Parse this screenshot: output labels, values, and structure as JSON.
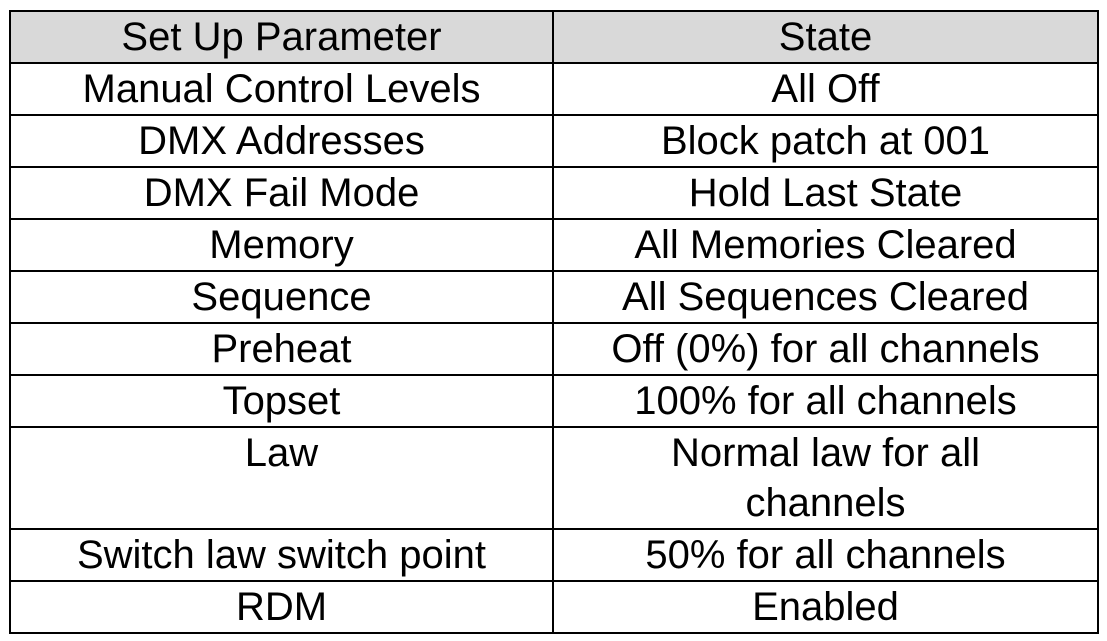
{
  "table": {
    "header_bg": "#d9d9d9",
    "columns": [
      "Set Up Parameter",
      "State"
    ],
    "rows": [
      [
        "Manual Control Levels",
        "All Off"
      ],
      [
        "DMX Addresses",
        "Block patch at 001"
      ],
      [
        "DMX Fail Mode",
        "Hold Last State"
      ],
      [
        "Memory",
        "All Memories Cleared"
      ],
      [
        "Sequence",
        "All Sequences Cleared"
      ],
      [
        "Preheat",
        "Off (0%) for all channels"
      ],
      [
        "Topset",
        "100% for all channels"
      ],
      [
        "Law",
        "Normal law for all channels"
      ],
      [
        "Switch law switch point",
        "50% for all channels"
      ],
      [
        "RDM",
        "Enabled"
      ]
    ]
  }
}
